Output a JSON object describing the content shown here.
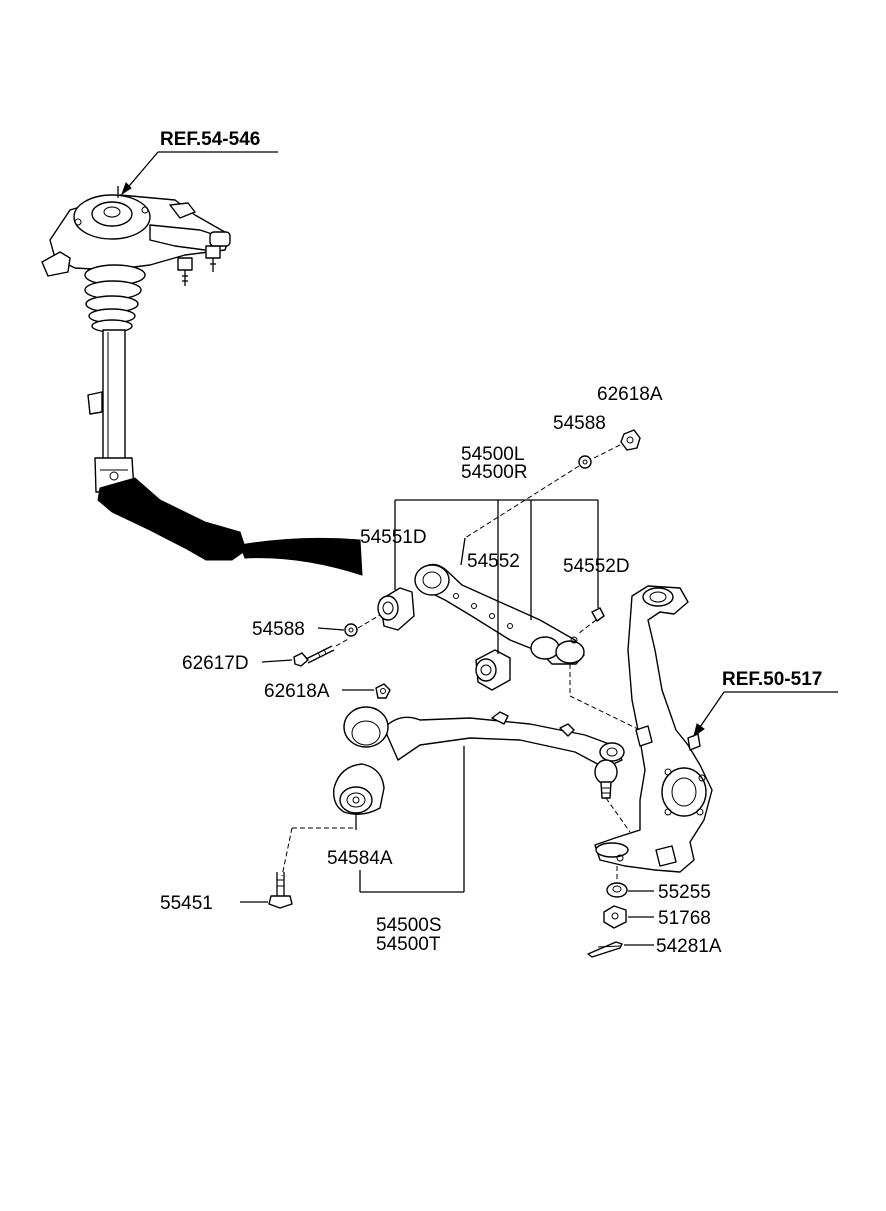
{
  "refs": {
    "strut": "REF.54-546",
    "knuckle": "REF.50-517"
  },
  "labels": {
    "p62618A_top": "62618A",
    "p54588_top": "54588",
    "p54500L": "54500L",
    "p54500R": "54500R",
    "p54551D": "54551D",
    "p54552": "54552",
    "p54552D": "54552D",
    "p54588_left": "54588",
    "p62617D": "62617D",
    "p62618A_mid": "62618A",
    "p54584A": "54584A",
    "p55451": "55451",
    "p54500S": "54500S",
    "p54500T": "54500T",
    "p55255": "55255",
    "p51768": "51768",
    "p54281A": "54281A"
  }
}
